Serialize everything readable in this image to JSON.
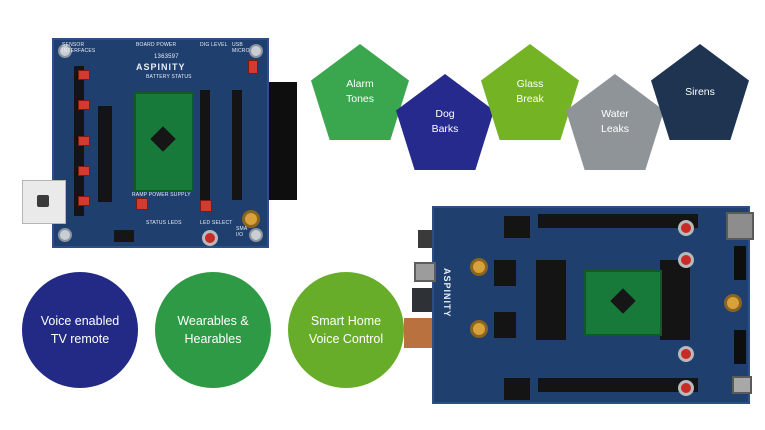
{
  "pentagons": [
    {
      "label": "Alarm\nTones",
      "color": "#3aa64e"
    },
    {
      "label": "Dog\nBarks",
      "color": "#252a8c"
    },
    {
      "label": "Glass\nBreak",
      "color": "#73b324"
    },
    {
      "label": "Water\nLeaks",
      "color": "#8f9498"
    },
    {
      "label": "Sirens",
      "color": "#1f3451"
    }
  ],
  "circles": [
    {
      "label": "Voice enabled\nTV remote",
      "color": "#222a86"
    },
    {
      "label": "Wearables &\nHearables",
      "color": "#2f9a45"
    },
    {
      "label": "Smart Home\nVoice Control",
      "color": "#67ad2a"
    }
  ],
  "board1": {
    "brand": "ASPINITY",
    "labels": {
      "sensor_interfaces": "SENSOR\nINTERFACES",
      "board_power": "BOARD POWER",
      "dig_level": "DIG LEVEL",
      "usb_micro": "USB\nMICRO",
      "part_number": "1363597",
      "battery_status": "BATTERY STATUS",
      "ramp_power": "RAMP POWER SUPPLY",
      "status_leds": "STATUS LEDS",
      "led_select": "LED SELECT",
      "sma": "SMA\nI/O"
    }
  },
  "board2": {
    "brand": "ASPINITY"
  }
}
